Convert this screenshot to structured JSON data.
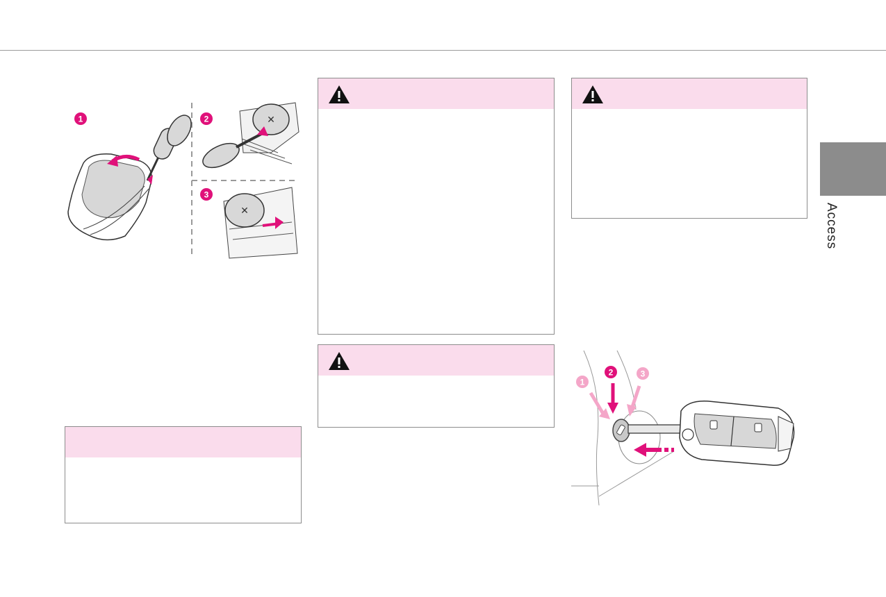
{
  "section_tab": {
    "label": "Access"
  },
  "figure_battery": {
    "step_labels": [
      "1",
      "2",
      "3"
    ]
  },
  "figure_key": {
    "step_labels": [
      "1",
      "2",
      "3"
    ]
  },
  "colors": {
    "accent_pink": "#e0117a",
    "light_pink": "#f4a6c8",
    "header_pink": "#fadcec",
    "tab_gray": "#8c8c8c"
  },
  "icons": {
    "warning": "warning-triangle-icon"
  }
}
